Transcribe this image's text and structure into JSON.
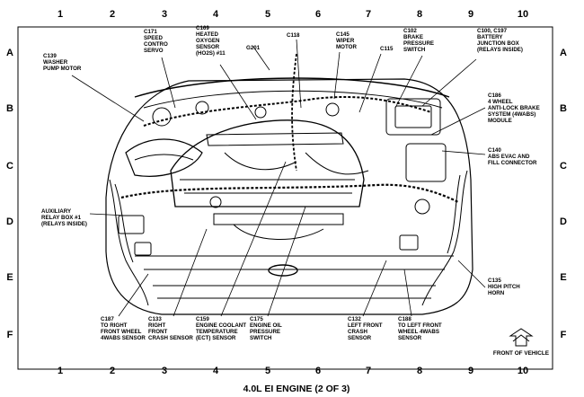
{
  "grid": {
    "columns": [
      "1",
      "2",
      "3",
      "4",
      "5",
      "6",
      "7",
      "8",
      "9",
      "10"
    ],
    "rows": [
      "A",
      "B",
      "C",
      "D",
      "E",
      "F"
    ]
  },
  "callouts": {
    "c139": [
      "C139",
      "WASHER",
      "PUMP MOTOR"
    ],
    "c171": [
      "C171",
      "SPEED",
      "CONTRO",
      "SERVO"
    ],
    "c169": [
      "C169",
      "HEATED",
      "OXYGEN",
      "SENSOR",
      "(HO2S) #11"
    ],
    "g201": [
      "G201"
    ],
    "c118": [
      "C118"
    ],
    "c145": [
      "C145",
      "WIPER",
      "MOTOR"
    ],
    "c115": [
      "C115"
    ],
    "c102": [
      "C102",
      "BRAKE",
      "PRESSURE",
      "SWITCH"
    ],
    "c100": [
      "C100, C197",
      "BATTERY",
      "JUNCTION BOX",
      "(RELAYS INSIDE)"
    ],
    "c186": [
      "C186",
      "4 WHEEL",
      "ANTI-LOCK BRAKE",
      "SYSTEM (4WABS)",
      "MODULE"
    ],
    "c140": [
      "C140",
      "ABS EVAC AND",
      "FILL CONNECTOR"
    ],
    "aux": [
      "AUXILIARY",
      "RELAY BOX #1",
      "(RELAYS INSIDE)"
    ],
    "c135": [
      "C135",
      "HIGH PITCH",
      "HORN"
    ],
    "c187": [
      "C187",
      "TO RIGHT",
      "FRONT WHEEL",
      "4WABS SENSOR"
    ],
    "c133": [
      "C133",
      "RIGHT",
      "FRONT",
      "CRASH SENSOR"
    ],
    "c159": [
      "C159",
      "ENGINE COOLANT",
      "TEMPERATURE",
      "(ECT) SENSOR"
    ],
    "c175": [
      "C175",
      "ENGINE OIL",
      "PRESSURE",
      "SWITCH"
    ],
    "c132": [
      "C132",
      "LEFT FRONT",
      "CRASH",
      "SENSOR"
    ],
    "c188": [
      "C188",
      "TO LEFT FRONT",
      "WHEEL 4WABS",
      "SENSOR"
    ]
  },
  "front_of_vehicle": "FRONT OF VEHICLE",
  "title": "4.0L EI ENGINE (2 OF 3)",
  "colors": {
    "ink": "#000000",
    "paper": "#ffffff"
  }
}
